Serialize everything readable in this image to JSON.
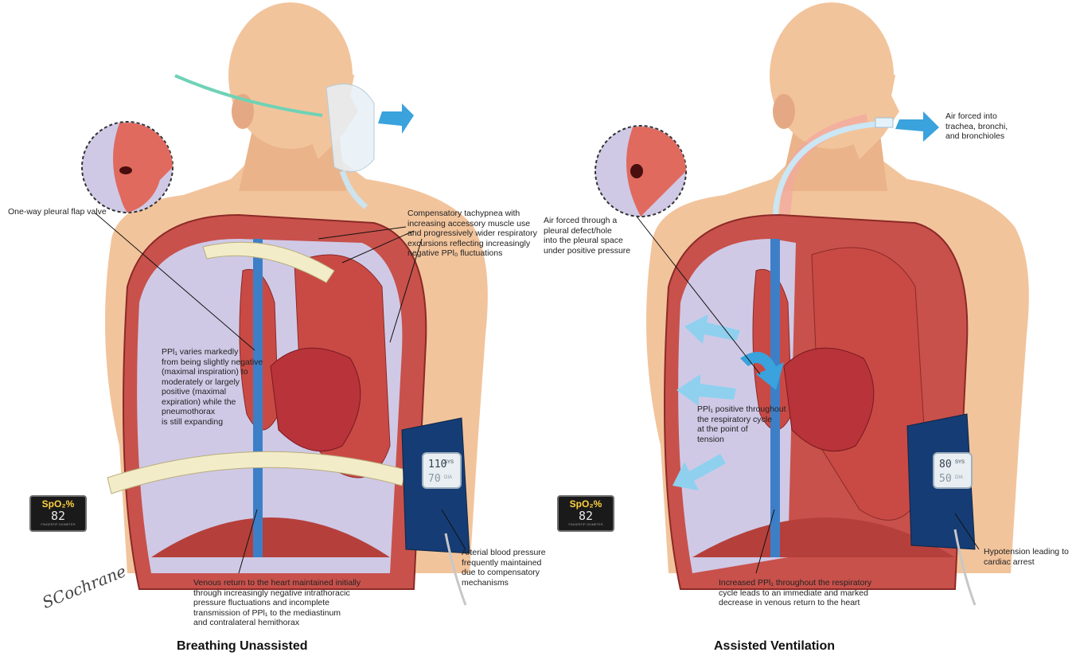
{
  "captions": {
    "left": "Breathing Unassisted",
    "right": "Assisted Ventilation"
  },
  "left_labels": {
    "pleural_flap": "One-way pleural flap valve",
    "tachypnea": "Compensatory tachypnea with\nincreasing accessory muscle use\nand progressively wider respiratory\nexcursions reflecting increasingly\nnegative PPl₀ fluctuations",
    "ppl_varies": "PPl₁ varies markedly\nfrom being slightly negative\n(maximal inspiration) to\nmoderately or largely\npositive (maximal\nexpiration) while the\npneumothorax\nis still expanding",
    "venous_return": "Venous return to the heart maintained initially\nthrough increasingly negative intrathoracic\npressure fluctuations and incomplete\ntransmission of PPl₁ to the mediastinum\nand contralateral hemithorax",
    "arterial_bp": "Arterial blood pressure\nfrequently maintained\ndue to compensatory\nmechanisms"
  },
  "right_labels": {
    "air_trachea": "Air forced into\ntrachea, bronchi,\nand bronchioles",
    "air_pleural": "Air forced through a\npleural defect/hole\ninto the pleural space\nunder positive pressure",
    "ppl_positive": "PPl₁ positive throughout\nthe respiratory cycle\nat the point of\ntension",
    "increased_ppl": "Increased PPl₁ throughout the respiratory\ncycle leads to an immediate and marked\ndecrease in venous return to the heart",
    "hypotension": "Hypotension leading to\ncardiac arrest"
  },
  "oximeter": {
    "label": "SpO₂%",
    "left_value": "82",
    "right_value": "82",
    "brand": "FINGERTIP OXIMETER"
  },
  "bp_monitor": {
    "left_sys": "110",
    "left_dia": "70",
    "right_sys": "80",
    "right_dia": "50",
    "sys_unit": "SYS",
    "dia_unit": "DIA"
  },
  "signature": "SCochrane",
  "colors": {
    "skin": "#f2c49c",
    "lung": "#c94a45",
    "pleural_space": "#cfc9e6",
    "air_arrow": "#3aa2dc",
    "outline": "#333333"
  }
}
